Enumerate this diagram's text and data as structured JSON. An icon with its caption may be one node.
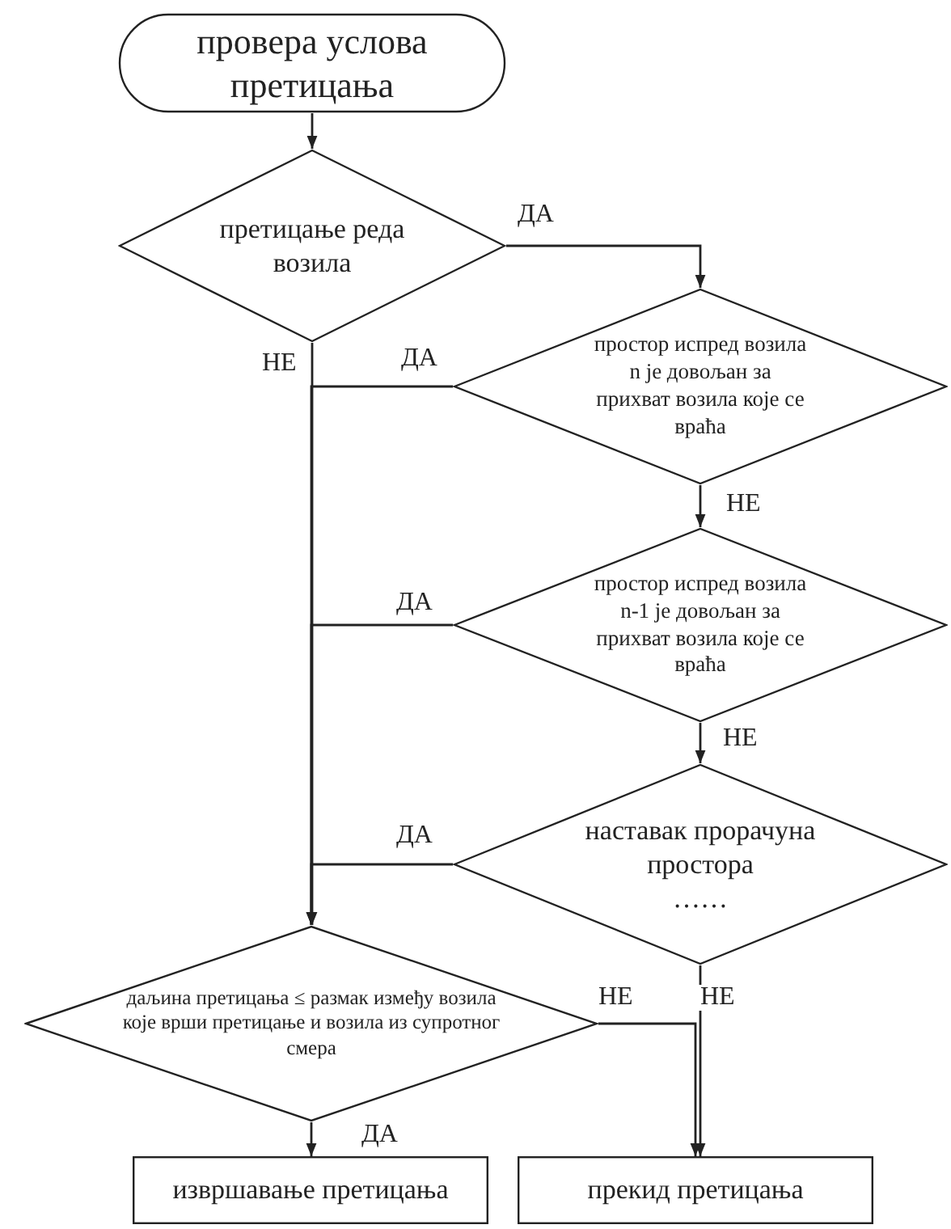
{
  "diagram": {
    "nodes": [
      {
        "text": [
          "провера услова претицања"
        ]
      },
      {
        "text": [
          "претицање реда возила"
        ]
      },
      {
        "text": [
          "простор испред возила n је довољан за прихват возила које се враћа"
        ]
      },
      {
        "text": [
          "простор испред возила n-1 је довољан за прихват возила које се враћа"
        ]
      },
      {
        "text": [
          "наставак прорачуна простора",
          "……"
        ]
      },
      {
        "text": [
          "даљина претицања ≤ размак између возила које врши претицање и возила из супротног смера"
        ]
      },
      {
        "text": [
          "извршавање претицања"
        ]
      },
      {
        "text": [
          "прекид претицања"
        ]
      }
    ],
    "edges": [
      {
        "from": 0,
        "to": 1,
        "arrow": "to"
      },
      {
        "from": 1,
        "to": 2,
        "arrow": "to",
        "label": "ДА"
      },
      {
        "from": 1,
        "to": 5,
        "arrow": "to",
        "label": "НЕ"
      },
      {
        "from": 2,
        "to": 5,
        "arrow": "to",
        "label": "ДА"
      },
      {
        "from": 2,
        "to": 3,
        "arrow": "to",
        "label": "НЕ"
      },
      {
        "from": 3,
        "to": 5,
        "arrow": "to",
        "label": "ДА"
      },
      {
        "from": 3,
        "to": 4,
        "arrow": "to",
        "label": "НЕ"
      },
      {
        "from": 4,
        "to": 5,
        "arrow": "to",
        "label": "ДА"
      },
      {
        "from": 4,
        "to": 7,
        "arrow": "to",
        "label": "НЕ"
      },
      {
        "from": 5,
        "to": 7,
        "arrow": "to",
        "label": "НЕ"
      },
      {
        "from": 5,
        "to": 6,
        "arrow": "to",
        "label": "ДА"
      }
    ]
  }
}
